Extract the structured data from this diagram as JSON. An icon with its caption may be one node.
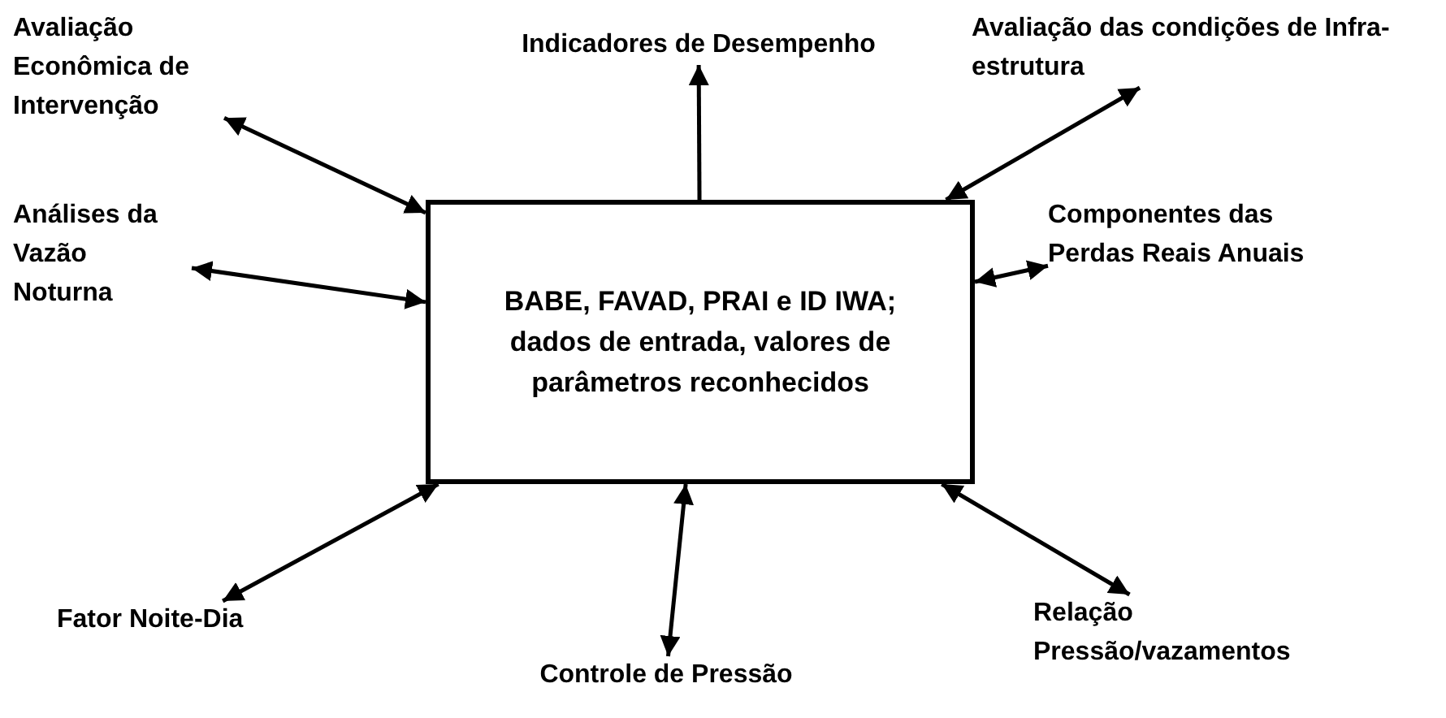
{
  "diagram": {
    "nodes": [
      {
        "text": [
          "BABE, FAVAD, PRAI e ID IWA; dados de entrada, valores de parâmetros reconhecidos"
        ]
      },
      {
        "text": [
          "Avaliação Econômica de Intervenção"
        ]
      },
      {
        "text": [
          "Indicadores de Desempenho"
        ]
      },
      {
        "text": [
          "Avaliação das condições de Infra-estrutura"
        ]
      },
      {
        "text": [
          "Análises da Vazão Noturna"
        ]
      },
      {
        "text": [
          "Componentes das Perdas Reais Anuais"
        ]
      },
      {
        "text": [
          "Fator Noite-Dia"
        ]
      },
      {
        "text": [
          "Controle de Pressão"
        ]
      },
      {
        "text": [
          "Relação Pressão/vazamentos"
        ]
      }
    ],
    "edges": [
      {
        "from": 0,
        "to": 1,
        "arrow": "both"
      },
      {
        "from": 0,
        "to": 2,
        "arrow": "to"
      },
      {
        "from": 0,
        "to": 3,
        "arrow": "both"
      },
      {
        "from": 0,
        "to": 4,
        "arrow": "both"
      },
      {
        "from": 0,
        "to": 5,
        "arrow": "both"
      },
      {
        "from": 0,
        "to": 6,
        "arrow": "both"
      },
      {
        "from": 0,
        "to": 7,
        "arrow": "both"
      },
      {
        "from": 0,
        "to": 8,
        "arrow": "both"
      }
    ]
  }
}
